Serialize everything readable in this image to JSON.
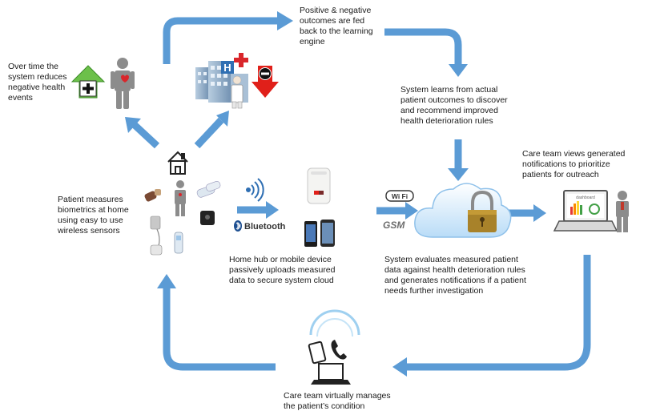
{
  "captions": {
    "learning_engine": "Positive & negative\noutcomes are fed\nback to the learning\nengine",
    "reduces_events": "Over time the\nsystem reduces\nnegative health\nevents",
    "system_learns": "System learns from actual\npatient outcomes to discover\nand recommend improved\nhealth deterioration rules",
    "care_team_views": "Care team views generated\nnotifications to prioritize\npatients for outreach",
    "patient_measures": "Patient measures\nbiometrics at home\nusing easy to use\nwireless sensors",
    "home_hub": "Home hub or mobile device\npassively uploads measured\ndata to secure system cloud",
    "system_evaluates": "System evaluates measured patient\ndata against health deterioration rules\nand generates notifications if a patient\nneeds further investigation",
    "virtually_manages": "Care team virtually manages\nthe patient’s condition"
  },
  "labels": {
    "bluetooth": "Bluetooth",
    "wifi": "Wi Fi",
    "gsm": "GSM",
    "dashboard": "dashboard",
    "hospital_h": "H"
  },
  "colors": {
    "arrow": "#5b9bd5",
    "arrow_dark": "#3f7fbf",
    "plus_green": "#5cb85c",
    "minus_red": "#e0201a",
    "cloud": "#cfe7fb",
    "person": "#8c8c8c"
  },
  "icons": [
    "house-icon",
    "person-icon",
    "hospital-icon",
    "plus-arrow-up-icon",
    "minus-arrow-down-icon",
    "wireless-signal-icon",
    "bluetooth-logo-icon",
    "home-hub-icon",
    "mobile-phone-icon",
    "wifi-logo-icon",
    "gsm-logo-icon",
    "cloud-icon",
    "padlock-icon",
    "laptop-dashboard-icon",
    "tablet-phone-icon"
  ]
}
